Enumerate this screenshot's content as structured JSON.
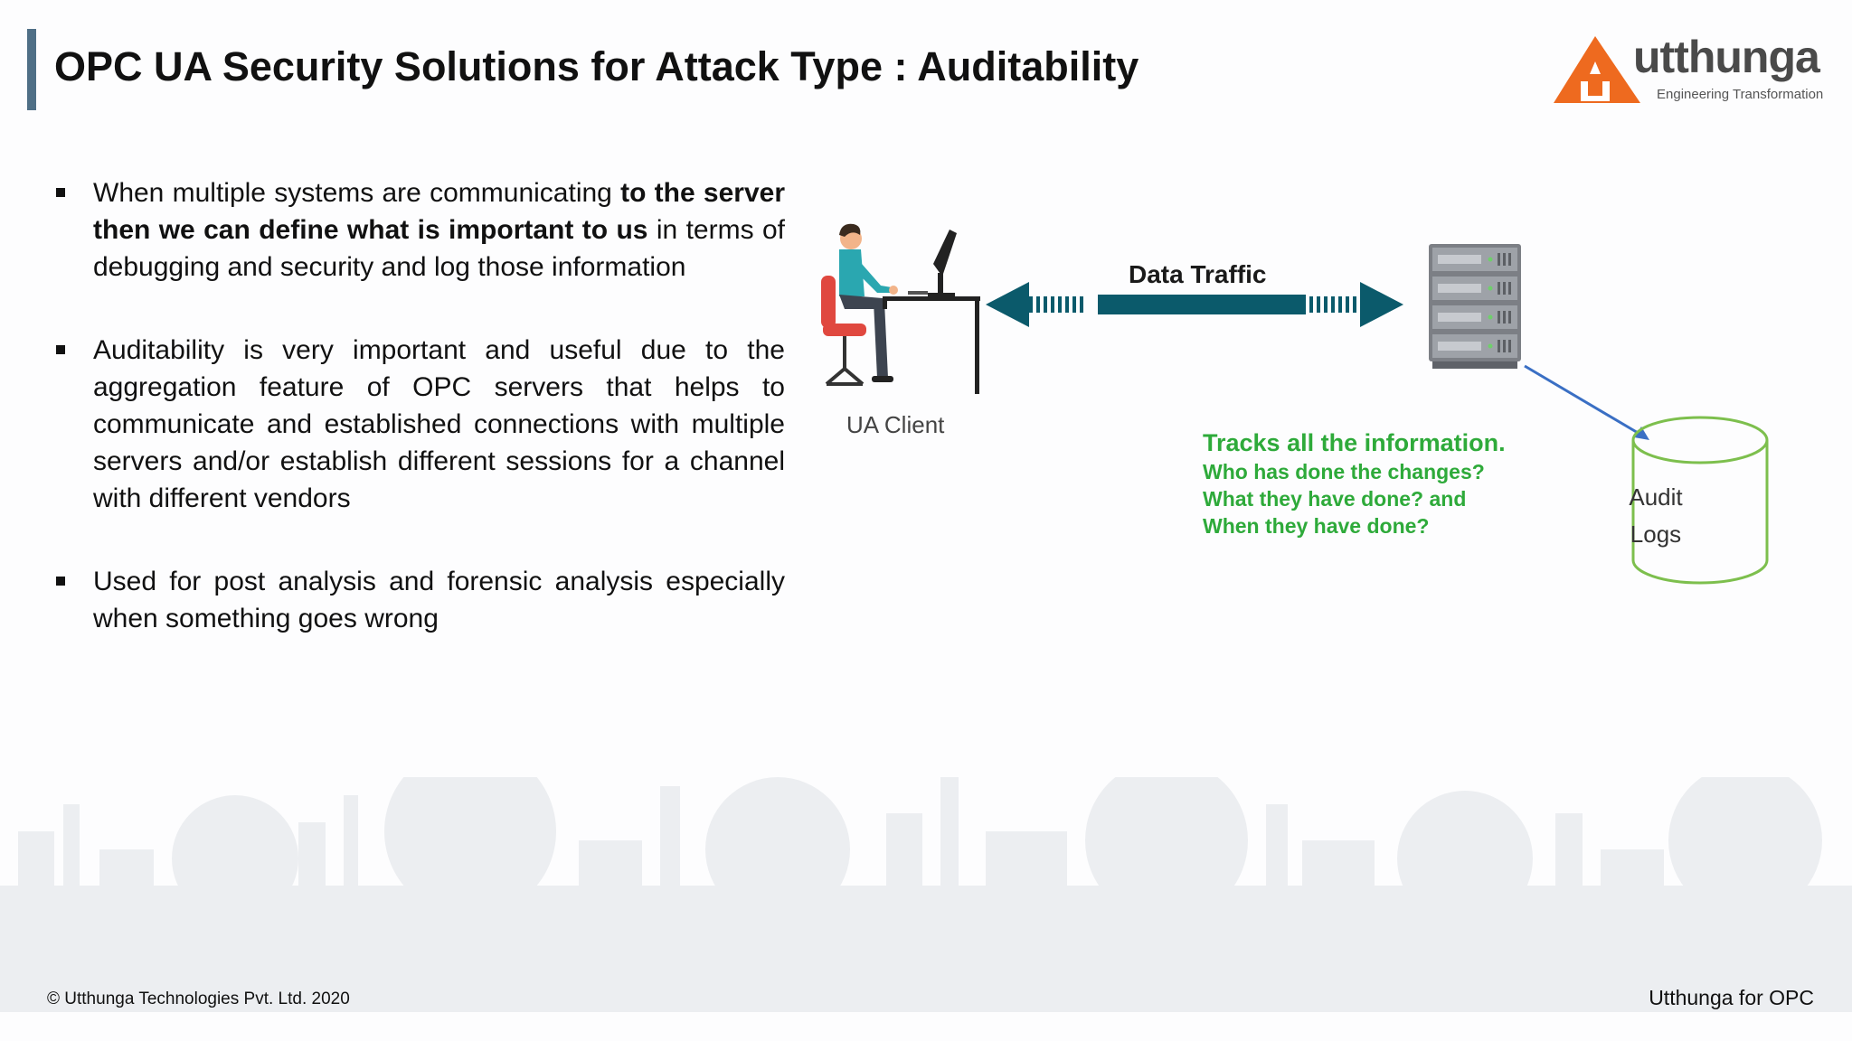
{
  "slide": {
    "title": "OPC UA Security Solutions for Attack Type : Auditability",
    "accent_color": "#4f6f86"
  },
  "logo": {
    "word": "utthunga",
    "tagline": "Engineering Transformation",
    "icon": "orange-triangle-logo-icon",
    "brand_color": "#ee6a1f"
  },
  "bullets": [
    {
      "pre": "When multiple systems are communicating ",
      "bold": "to the server then we can define what is important to us",
      "post": " in terms of debugging and security and log those information"
    },
    {
      "text": "Auditability is very important and useful due to the aggregation feature of OPC servers that helps to communicate and established connections with multiple servers and/or establish different sessions for a channel with different vendors"
    },
    {
      "text": "Used for post analysis and forensic analysis especially when something goes wrong"
    }
  ],
  "diagram": {
    "client_label": "UA Client",
    "traffic_label": "Data Traffic",
    "tracks_heading": "Tracks all the information.",
    "tracks_lines": [
      "Who has done the changes?",
      "What they have done? and",
      "When they have done?"
    ],
    "audit_label": "Audit Logs",
    "colors": {
      "arrow": "#0b5a6b",
      "tracks_text": "#2eaa3a",
      "cylinder": "#7dbf4d",
      "connector": "#3a6fc4"
    }
  },
  "footer": {
    "copyright": "© Utthunga Technologies Pvt. Ltd. 2020",
    "right_text": "Utthunga for OPC"
  }
}
